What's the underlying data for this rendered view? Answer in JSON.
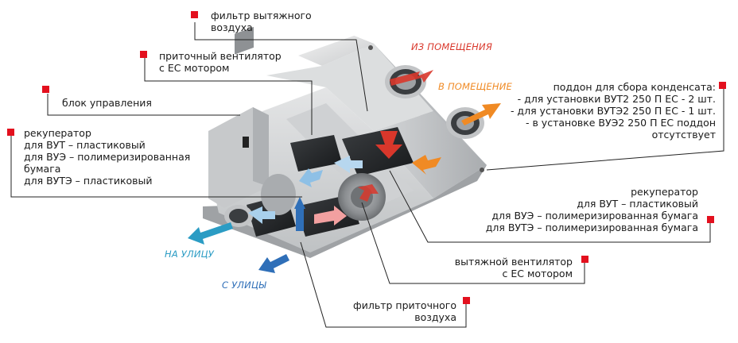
{
  "labels": {
    "exhaust_filter": [
      "фильтр вытяжного",
      "воздуха"
    ],
    "supply_fan": [
      "приточный вентилятор",
      "с ЕС мотором"
    ],
    "control_block": [
      "блок управления"
    ],
    "recuperator_left": [
      "рекуператор",
      "для ВУТ – пластиковый",
      "для ВУЭ – полимеризированная",
      "бумага",
      "для ВУТЭ – пластиковый"
    ],
    "condensate_tray": [
      "поддон для сбора конденсата:",
      "- для установки ВУТ2 250 П ЕС - 2 шт.",
      "- для установки ВУТЭ2 250 П ЕС - 1 шт.",
      "- в установке ВУЭ2 250 П ЕС поддон",
      "отсутствует"
    ],
    "recuperator_right": [
      "рекуператор",
      "для ВУТ – пластиковый",
      "для ВУЭ – полимеризированная бумага",
      "для ВУТЭ – полимеризированная бумага"
    ],
    "exhaust_fan": [
      "вытяжной  вентилятор",
      "с ЕС мотором"
    ],
    "supply_filter": [
      "фильтр приточного",
      "воздуха"
    ]
  },
  "flows": {
    "from_room": "ИЗ ПОМЕЩЕНИЯ",
    "to_room": "В ПОМЕЩЕНИЕ",
    "outside": "НА УЛИЦУ",
    "from_outside": "С УЛИЦЫ"
  },
  "colors": {
    "marker": "#e3101e",
    "from_room": "#d9372b",
    "to_room": "#f08a24",
    "outside": "#2b9cc4",
    "from_outside": "#2f6fb8"
  }
}
